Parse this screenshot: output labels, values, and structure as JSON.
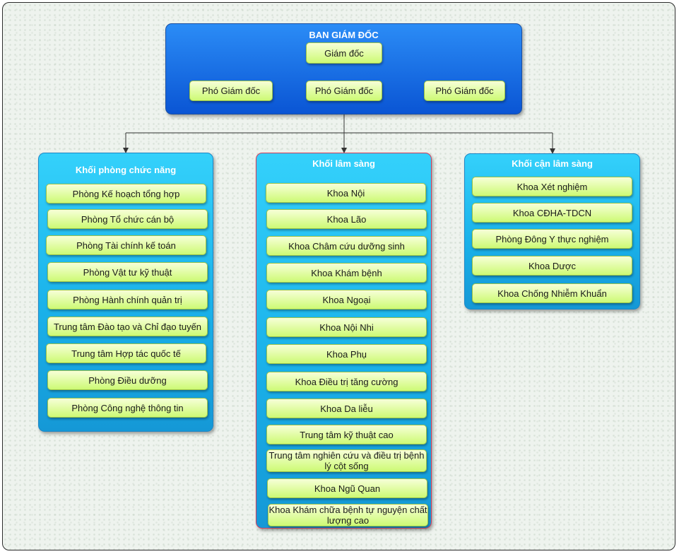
{
  "top": {
    "title": "BAN GIÁM ĐỐC",
    "director": "Giám đốc",
    "deputies": [
      "Phó Giám đốc",
      "Phó Giám đốc",
      "Phó Giám đốc"
    ]
  },
  "left": {
    "title": "Khối phòng chức năng",
    "items": [
      "Phòng Kế hoạch tổng hợp",
      "Phòng Tổ chức cán bộ",
      "Phòng Tài chính kế toán",
      "Phòng Vật tư kỹ thuật",
      "Phòng Hành chính quản trị",
      "Trung tâm Đào tạo và Chỉ đạo tuyến",
      "Trung tâm Hợp tác quốc tế",
      "Phòng Điều dưỡng",
      "Phòng Công nghệ thông tin"
    ]
  },
  "middle": {
    "title": "Khối lâm sàng",
    "items": [
      "Khoa Nội",
      "Khoa Lão",
      "Khoa Châm cứu dưỡng sinh",
      "Khoa Khám bệnh",
      "Khoa Ngoại",
      "Khoa Nội Nhi",
      "Khoa Phụ",
      "Khoa Điều trị tăng cường",
      "Khoa Da liễu",
      "Trung tâm kỹ thuật cao",
      "Trung tâm nghiên cứu và điều trị bệnh lý cột sống",
      "Khoa Ngũ Quan",
      "Khoa Khám chữa bệnh tự nguyện chất lượng cao"
    ]
  },
  "right": {
    "title": "Khối cận lâm sàng",
    "items": [
      "Khoa Xét nghiệm",
      "Khoa CĐHA-TDCN",
      "Phòng Đông Y thực nghiệm",
      "Khoa Dược",
      "Khoa Chống Nhiễm Khuẩn"
    ]
  }
}
